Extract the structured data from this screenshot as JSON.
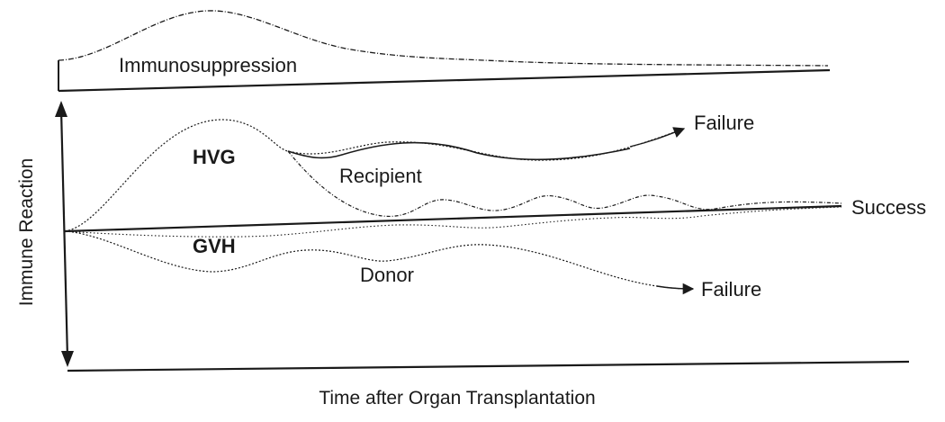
{
  "labels": {
    "immunosuppression": "Immunosuppression",
    "hvg": "HVG",
    "recipient": "Recipient",
    "gvh": "GVH",
    "donor": "Donor",
    "failure_top": "Failure",
    "failure_bottom": "Failure",
    "success": "Success",
    "y_axis": "Immune Reaction",
    "x_axis": "Time after Organ Transplantation"
  },
  "colors": {
    "ink": "#1a1a1a",
    "background": "#ffffff"
  }
}
